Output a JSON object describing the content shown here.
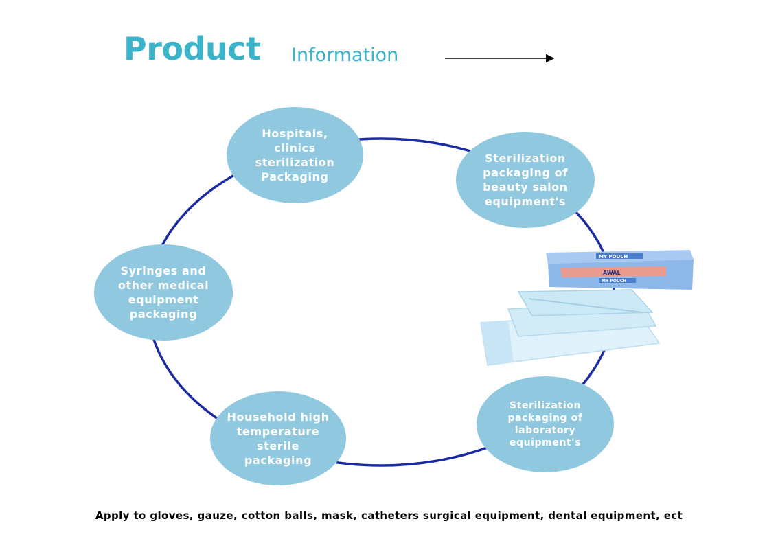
{
  "header": {
    "title": "Product",
    "subtitle": "Information"
  },
  "nodes": [
    {
      "id": "hospitals",
      "label": "Hospitals,\nclinics\nsterilization\nPackaging"
    },
    {
      "id": "beauty",
      "label": "Sterilization\npackaging of\nbeauty salon\nequipment's"
    },
    {
      "id": "laboratory",
      "label": "Sterilization\npackaging of\nlaboratory\nequipment's"
    },
    {
      "id": "household",
      "label": "Household high\ntemperature\nsterile\npackaging"
    },
    {
      "id": "syringes",
      "label": "Syringes and\nother medical\nequipment\npackaging"
    }
  ],
  "product": {
    "brand_top": "MY POUCH",
    "brand_mid": "AWAL",
    "brand_bottom": "MY POUCH"
  },
  "footer": {
    "text": "Apply to gloves, gauze, cotton balls, mask, catheters surgical equipment, dental equipment, ect"
  },
  "colors": {
    "title": "#3bb3c9",
    "ring": "#1a2aa0",
    "node_fill": "#8fc8df",
    "box_blue": "#8eb7ea",
    "box_band": "#e89a8e",
    "pouch": "#d7eef8"
  }
}
